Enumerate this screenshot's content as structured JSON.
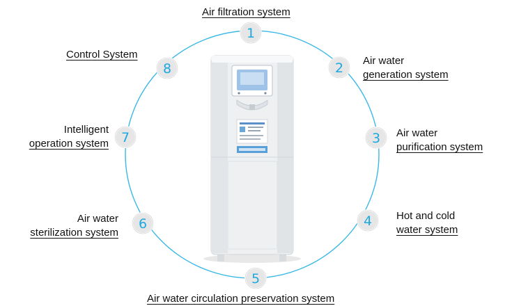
{
  "diagram": {
    "colors": {
      "ring": "#3ab8e6",
      "badge_fill": "#e6e6e6",
      "badge_stroke": "#ffffff",
      "digit": "#1ea8e0",
      "machine_body": "#eef0f2",
      "screen": "#9fc3e8"
    },
    "center_image": "water-dispenser-machine",
    "nodes": [
      {
        "number": "1",
        "lines": [
          "Air filtration system"
        ]
      },
      {
        "number": "2",
        "lines": [
          "Air water",
          "generation system"
        ]
      },
      {
        "number": "3",
        "lines": [
          "Air water",
          "purification system"
        ]
      },
      {
        "number": "4",
        "lines": [
          "Hot and cold",
          "water system"
        ]
      },
      {
        "number": "5",
        "lines": [
          "Air water circulation preservation system"
        ]
      },
      {
        "number": "6",
        "lines": [
          "Air water",
          "sterilization system"
        ]
      },
      {
        "number": "7",
        "lines": [
          "Intelligent",
          "operation system"
        ]
      },
      {
        "number": "8",
        "lines": [
          "Control System"
        ]
      }
    ]
  }
}
